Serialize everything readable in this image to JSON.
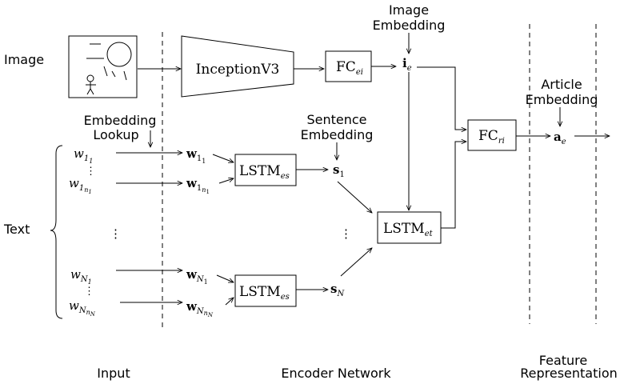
{
  "labels": {
    "image": "Image",
    "text": "Text",
    "input": "Input",
    "encoder_network": "Encoder Network",
    "feature_representation_1": "Feature",
    "feature_representation_2": "Representation",
    "image_embedding_1": "Image",
    "image_embedding_2": "Embedding",
    "embedding_lookup_1": "Embedding",
    "embedding_lookup_2": "Lookup",
    "sentence_embedding_1": "Sentence",
    "sentence_embedding_2": "Embedding",
    "article_embedding_1": "Article",
    "article_embedding_2": "Embedding"
  },
  "boxes": {
    "inception": "InceptionV3",
    "fc_ei": {
      "base": "FC",
      "sub": "ei"
    },
    "fc_ri": {
      "base": "FC",
      "sub": "ri"
    },
    "lstm_es_top": {
      "base": "LSTM",
      "sub": "es"
    },
    "lstm_es_bottom": {
      "base": "LSTM",
      "sub": "es"
    },
    "lstm_et": {
      "base": "LSTM",
      "sub": "et"
    }
  },
  "symbols": {
    "i_e": {
      "base": "i",
      "sub": "e"
    },
    "a_e": {
      "base": "a",
      "sub": "e"
    },
    "s_1": {
      "base": "s",
      "sub": "1"
    },
    "s_N": {
      "base": "s",
      "sub": "N"
    },
    "w_1_1": {
      "base": "w",
      "sub": "1",
      "subsub": "1"
    },
    "w_1_n1": {
      "base": "w",
      "sub": "1",
      "subsub": "n",
      "subsubsub": "1"
    },
    "w_N_1": {
      "base": "w",
      "sub": "N",
      "subsub": "1"
    },
    "w_N_nN": {
      "base": "w",
      "sub": "N",
      "subsub": "n",
      "subsubsub": "N"
    },
    "vdots": "⋮"
  }
}
